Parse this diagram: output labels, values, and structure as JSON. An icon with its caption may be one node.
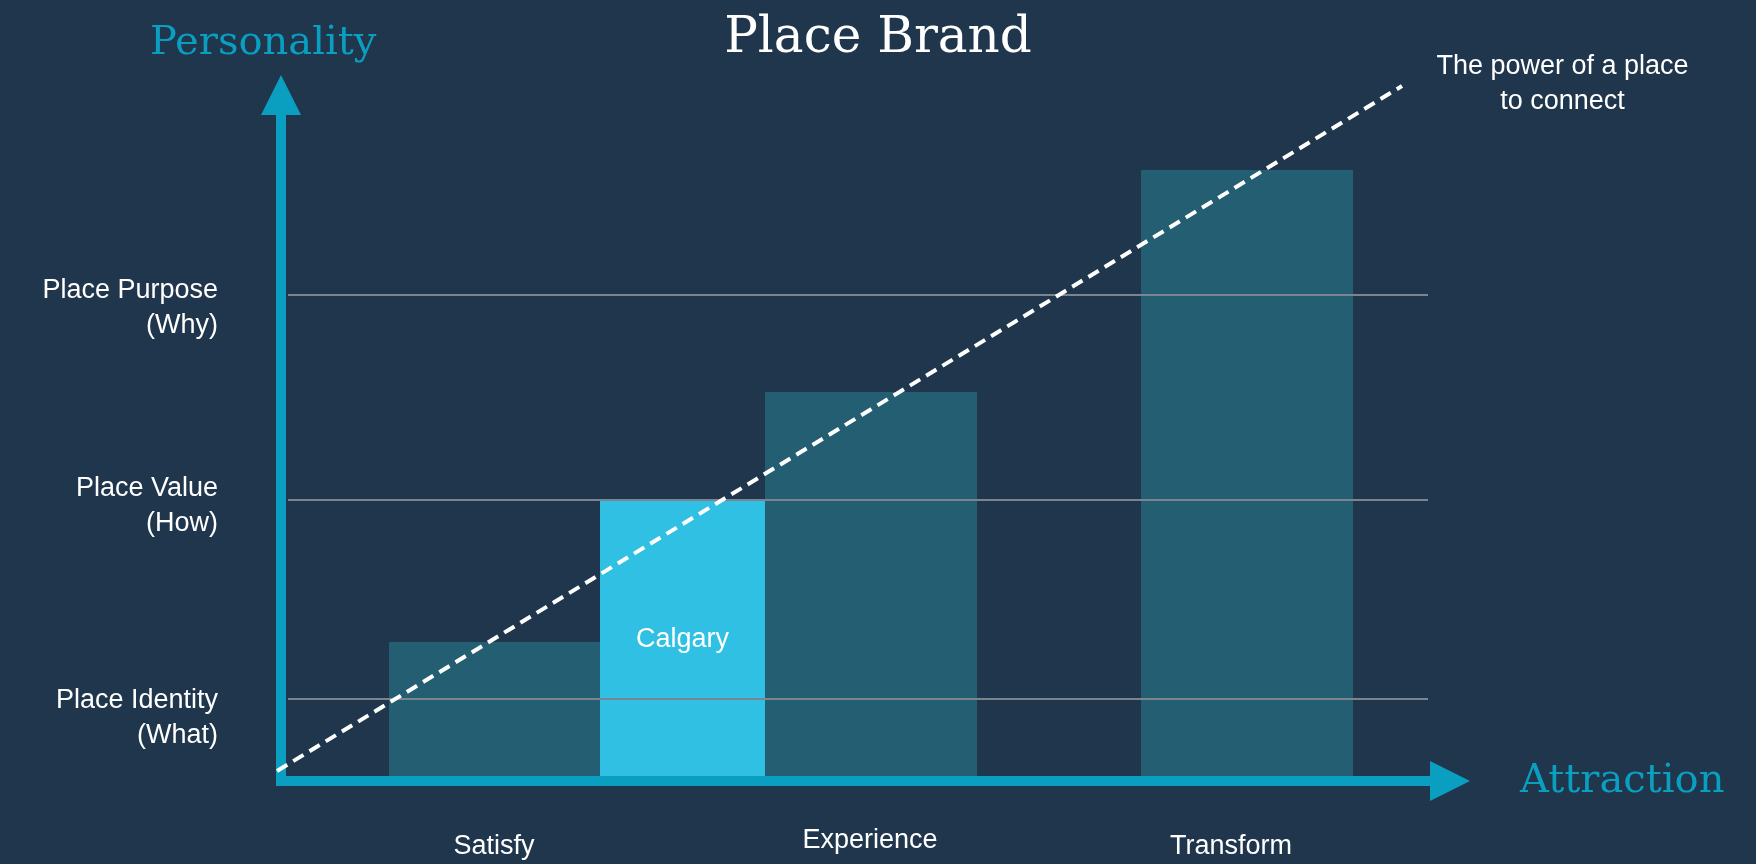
{
  "diagram": {
    "title": "Place Brand",
    "nodes": [
      {
        "text": [],
        "shape": "bar"
      },
      {
        "text": [
          "Calgary"
        ]
      },
      {
        "text": [],
        "shape": "bar"
      },
      {
        "text": [],
        "shape": "bar"
      }
    ],
    "labels": [
      "Personality",
      "Place Purpose (Why)",
      "Place Value (How)",
      "Place Identity (What)",
      "Attraction",
      "Satisfy",
      "Experience",
      "Transform",
      "The power of a place to connect"
    ]
  }
}
